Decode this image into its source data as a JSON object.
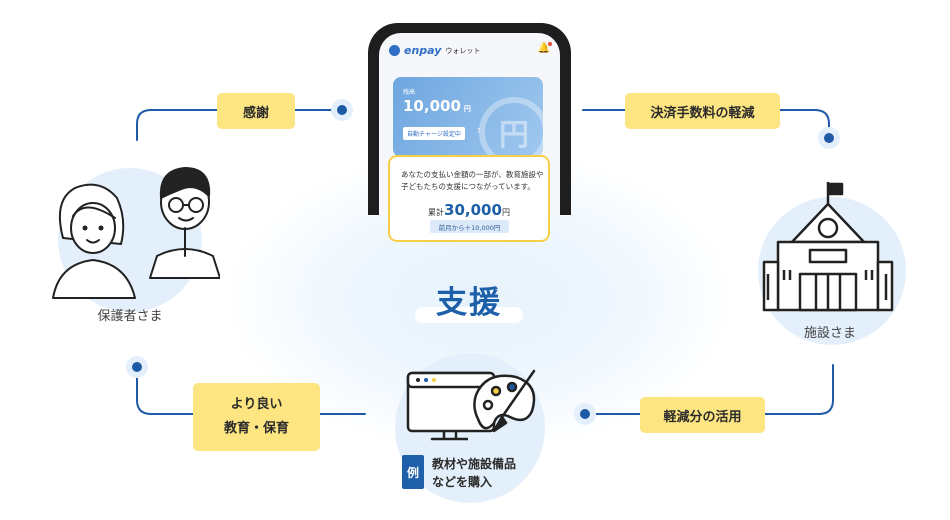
{
  "center_label": "支援",
  "tags": {
    "thanks": "感謝",
    "fee_reduction": "決済手数料の軽減",
    "use_of_savings": "軽減分の活用",
    "better_education_line1": "より良い",
    "better_education_line2": "教育・保育"
  },
  "actors": {
    "parents": "保護者さま",
    "facility": "施設さま"
  },
  "example": {
    "badge": "例",
    "line1": "教材や施設備品",
    "line2": "などを購入"
  },
  "phone": {
    "brand": "enpay",
    "wallet_label": "ウォレット",
    "balance_label": "残高",
    "balance_amount": "10,000",
    "balance_unit": "円",
    "auto_charge_badge": "自動チャージ設定中",
    "help_mark": "?",
    "yen_mark": "円"
  },
  "popup": {
    "message": "あなたの支払い金額の一部が、教育施設や子どもたちの支援につながっています。",
    "total_label": "累計",
    "total_amount": "30,000",
    "total_unit": "円",
    "diff": "前月から＋10,000円"
  },
  "colors": {
    "accent_blue": "#1d5fa8",
    "tag_yellow": "#fde582",
    "circle_blue": "#e3f0fb",
    "line_blue": "#1f5aa6"
  },
  "icons": [
    "person-icon",
    "school-building-icon",
    "monitor-icon",
    "paint-palette-icon",
    "bell-icon",
    "yen-coin-icon"
  ]
}
